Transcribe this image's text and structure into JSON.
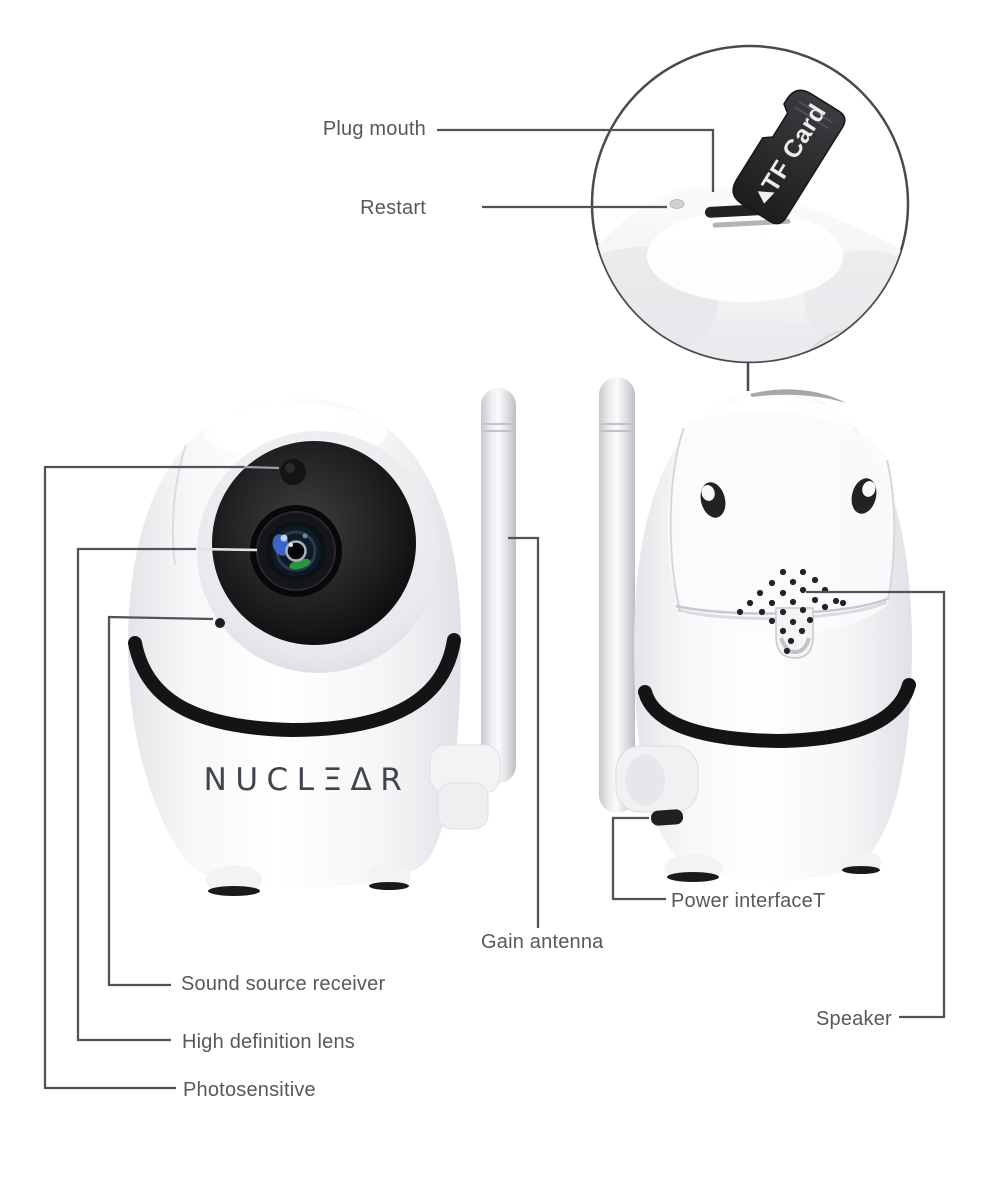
{
  "page": {
    "background": "#ffffff"
  },
  "brand_logo": "NUCLΞΔR",
  "inset": {
    "card_label": "TF Card"
  },
  "labels": {
    "plug_mouth": "Plug mouth",
    "restart": "Restart",
    "gain_antenna": "Gain antenna",
    "power_interface": "Power interfaceT",
    "speaker": "Speaker",
    "sound_source_receiver": "Sound source receiver",
    "high_definition_lens": "High definition lens",
    "photosensitive": "Photosensitive"
  },
  "colors": {
    "leader_line": "#515358",
    "label_text": "#56585b",
    "logo_text": "#3e454d",
    "card_body": "#28282a",
    "card_text": "#ededee"
  }
}
